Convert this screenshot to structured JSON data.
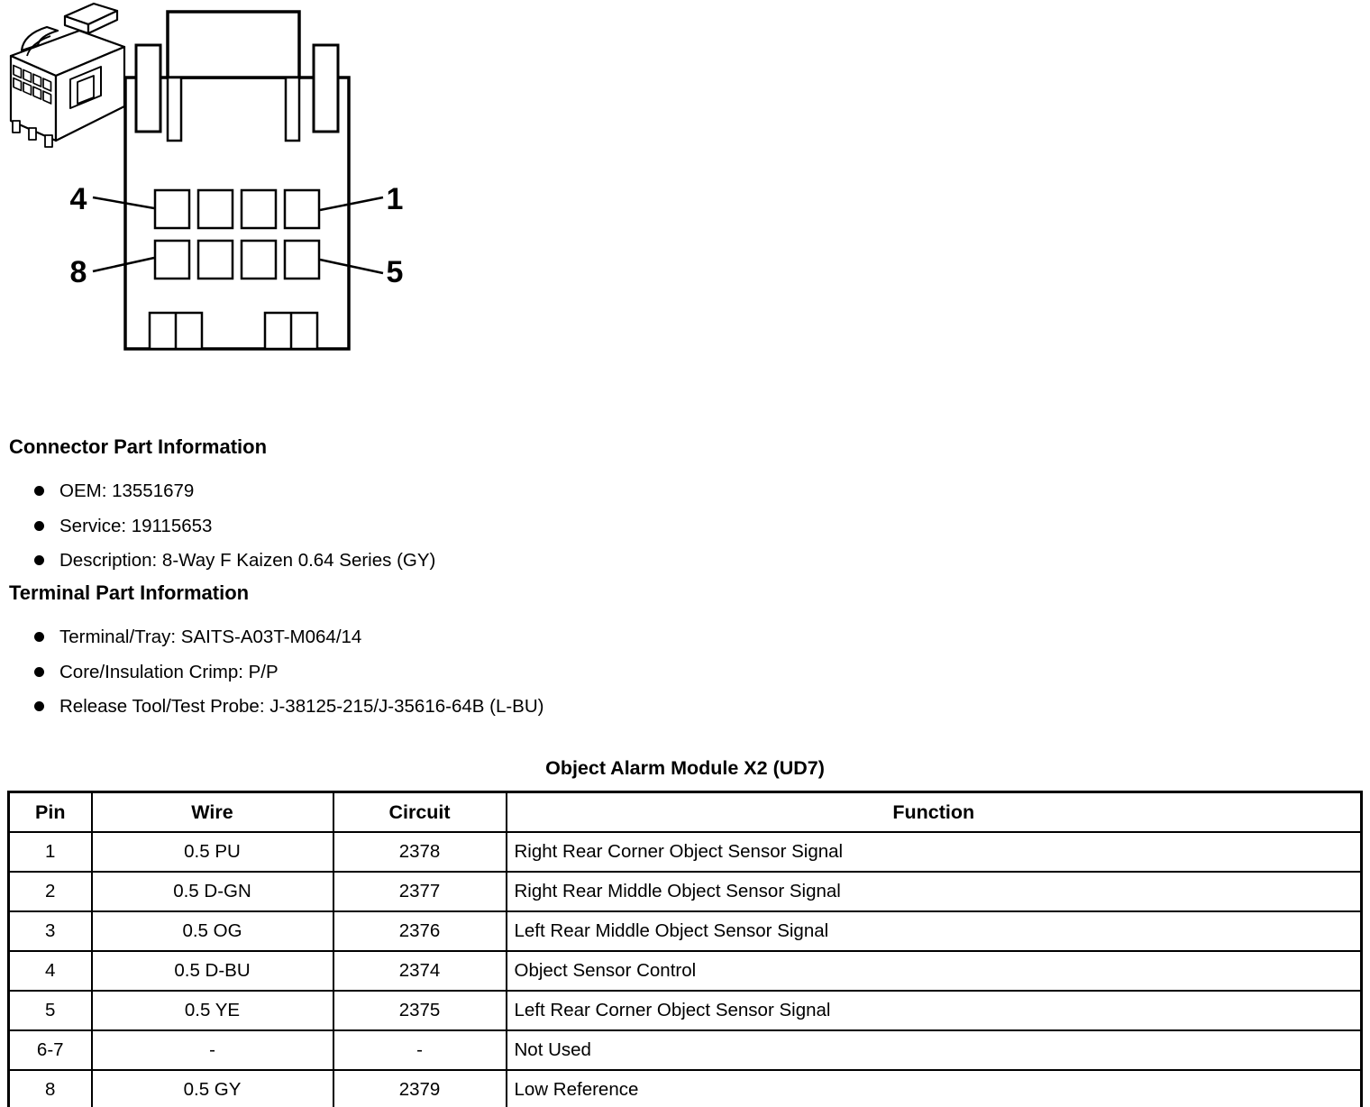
{
  "diagram": {
    "face_labels": {
      "top_left": "4",
      "top_right": "1",
      "bottom_left": "8",
      "bottom_right": "5"
    }
  },
  "sections": {
    "connector": {
      "heading": "Connector Part Information",
      "items": [
        "OEM: 13551679",
        "Service: 19115653",
        "Description: 8-Way F Kaizen 0.64 Series (GY)"
      ]
    },
    "terminal": {
      "heading": "Terminal Part Information",
      "items": [
        "Terminal/Tray: SAITS-A03T-M064/14",
        "Core/Insulation Crimp: P/P",
        "Release Tool/Test Probe: J-38125-215/J-35616-64B (L-BU)"
      ]
    }
  },
  "table": {
    "title": "Object Alarm Module X2 (UD7)",
    "headers": [
      "Pin",
      "Wire",
      "Circuit",
      "Function"
    ],
    "rows": [
      [
        "1",
        "0.5 PU",
        "2378",
        "Right Rear Corner Object Sensor Signal"
      ],
      [
        "2",
        "0.5 D-GN",
        "2377",
        "Right Rear Middle Object Sensor Signal"
      ],
      [
        "3",
        "0.5 OG",
        "2376",
        "Left Rear Middle Object Sensor Signal"
      ],
      [
        "4",
        "0.5 D-BU",
        "2374",
        "Object Sensor Control"
      ],
      [
        "5",
        "0.5 YE",
        "2375",
        "Left Rear Corner Object Sensor Signal"
      ],
      [
        "6-7",
        "-",
        "-",
        "Not Used"
      ],
      [
        "8",
        "0.5 GY",
        "2379",
        "Low Reference"
      ]
    ]
  }
}
